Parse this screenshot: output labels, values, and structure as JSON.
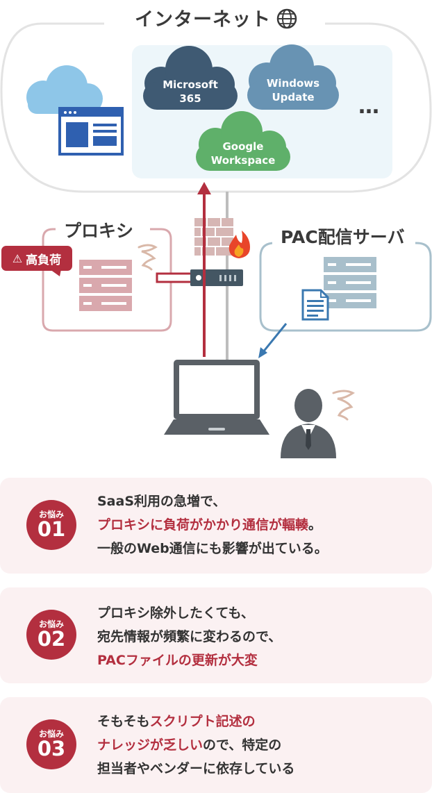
{
  "internet": {
    "title": "インターネット",
    "icon": "globe-icon"
  },
  "clouds": {
    "microsoft": {
      "line1": "Microsoft",
      "line2": "365",
      "color": "#3f5a73"
    },
    "windows": {
      "line1": "Windows",
      "line2": "Update",
      "color": "#6893b3"
    },
    "google": {
      "line1": "Google",
      "line2": "Workspace",
      "color": "#5fb06a"
    },
    "ellipsis": "…",
    "generic_cloud_color": "#8ec6e8"
  },
  "proxy": {
    "title": "プロキシ",
    "badge": "高負荷",
    "accent": "#d9a8ad"
  },
  "pac": {
    "title": "PAC配信サーバ",
    "accent": "#a8c0cc"
  },
  "colors": {
    "brand_red": "#b32f3f",
    "panel_bg": "#edf6fa",
    "worry_bg": "#fbf1f2"
  },
  "worries": [
    {
      "label": "お悩み",
      "number": "01",
      "line1": "SaaS利用の急増で、",
      "line2_red": "プロキシに負荷がかかり通信が輻輳",
      "line2_end": "。",
      "line3": "一般のWeb通信にも影響が出ている。"
    },
    {
      "label": "お悩み",
      "number": "02",
      "line1": "プロキシ除外したくても、",
      "line2": "宛先情報が頻繁に変わるので、",
      "line3_red": "PACファイルの更新が大変"
    },
    {
      "label": "お悩み",
      "number": "03",
      "line1_start": "そもそも",
      "line1_red": "スクリプト記述の",
      "line2_red": "ナレッジが乏しい",
      "line2_end": "ので、特定の",
      "line3": "担当者やベンダーに依存している"
    }
  ]
}
